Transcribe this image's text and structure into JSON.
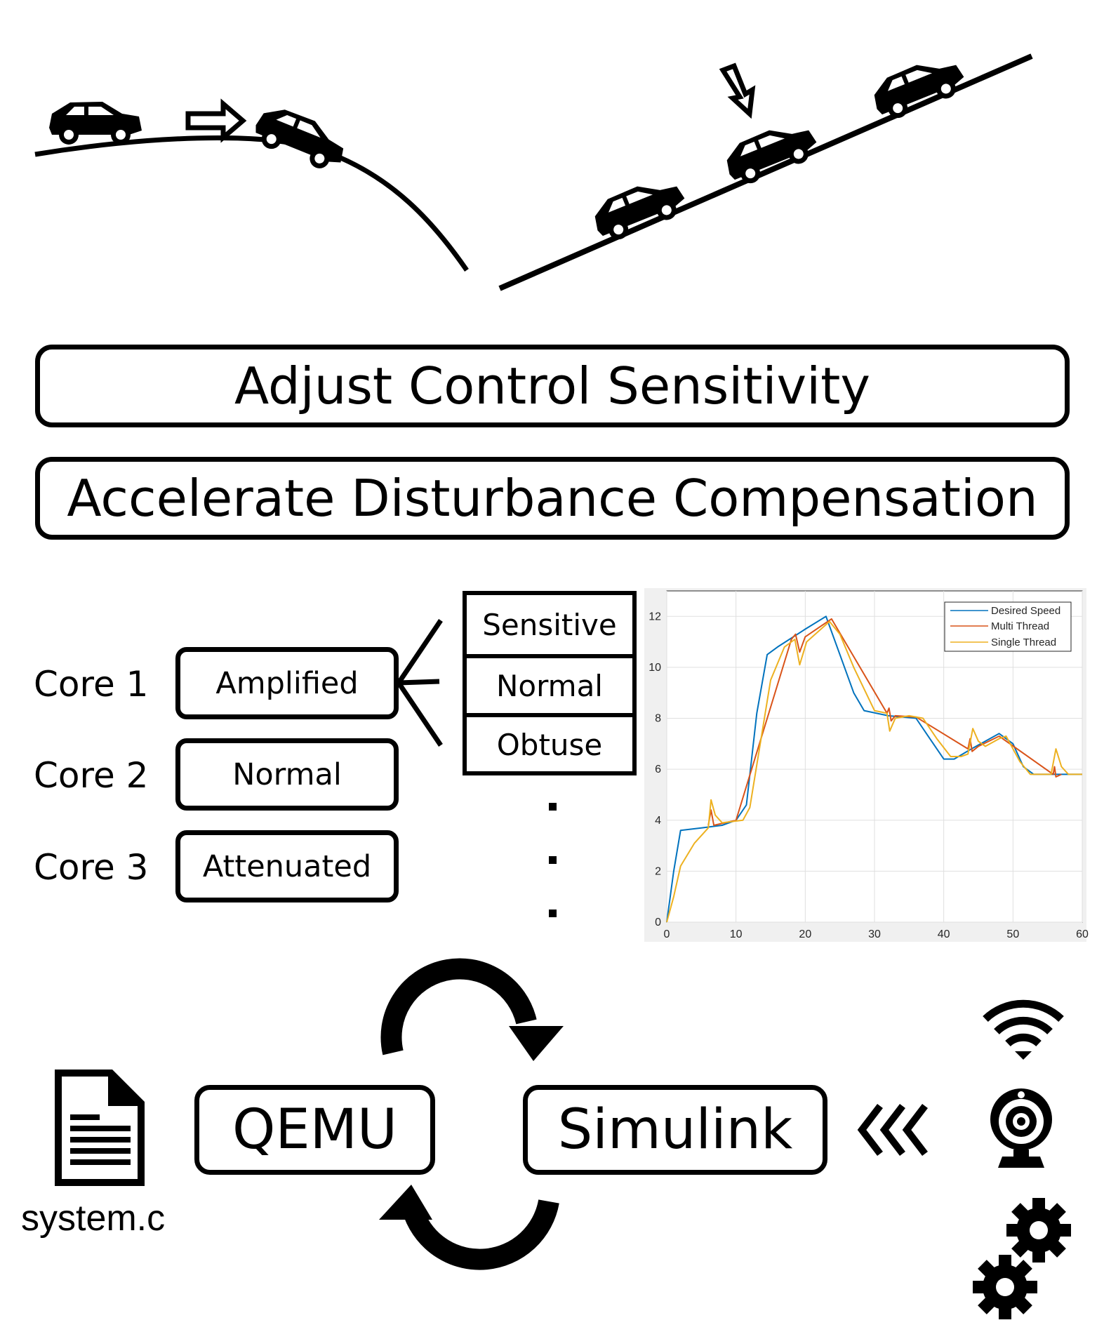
{
  "scene": {
    "arrow_icon": "right-arrow-icon",
    "down_arrow_icon": "down-arrow-icon",
    "car_icon": "car-icon"
  },
  "banners": {
    "top": "Adjust Control Sensitivity",
    "bottom": "Accelerate Disturbance Compensation"
  },
  "cores": [
    {
      "label": "Core 1",
      "mode": "Amplified"
    },
    {
      "label": "Core 2",
      "mode": "Normal"
    },
    {
      "label": "Core 3",
      "mode": "Attenuated"
    }
  ],
  "sensitivity_options": [
    "Sensitive",
    "Normal",
    "Obtuse"
  ],
  "chart_data": {
    "type": "line",
    "xlim": [
      0,
      60
    ],
    "ylim": [
      0,
      13
    ],
    "x_ticks": [
      "0",
      "10",
      "20",
      "30",
      "40",
      "50",
      "60"
    ],
    "y_ticks": [
      "0",
      "2",
      "4",
      "6",
      "8",
      "10",
      "12"
    ],
    "grid": true,
    "legend_position": "top-right",
    "series": [
      {
        "name": "Desired Speed",
        "color": "#0072BD",
        "points": [
          [
            0,
            0
          ],
          [
            1,
            2
          ],
          [
            2,
            3.6
          ],
          [
            5,
            3.7
          ],
          [
            8,
            3.8
          ],
          [
            10,
            4
          ],
          [
            11.5,
            4.6
          ],
          [
            13,
            8.2
          ],
          [
            14.5,
            10.5
          ],
          [
            16,
            10.8
          ],
          [
            20,
            11.5
          ],
          [
            23,
            12
          ],
          [
            25,
            10.5
          ],
          [
            27,
            9
          ],
          [
            28.5,
            8.3
          ],
          [
            32,
            8.1
          ],
          [
            36,
            8
          ],
          [
            38,
            7.2
          ],
          [
            40,
            6.4
          ],
          [
            41.5,
            6.4
          ],
          [
            44,
            6.8
          ],
          [
            48,
            7.4
          ],
          [
            50,
            7
          ],
          [
            51.5,
            6.1
          ],
          [
            53,
            5.8
          ],
          [
            57,
            5.8
          ],
          [
            60,
            5.8
          ]
        ]
      },
      {
        "name": "Multi Thread",
        "color": "#D95319",
        "points": [
          [
            6,
            3.8
          ],
          [
            6.4,
            4.4
          ],
          [
            6.8,
            3.8
          ],
          [
            10,
            4
          ],
          [
            18,
            11.1
          ],
          [
            18.6,
            11.3
          ],
          [
            19.2,
            10.6
          ],
          [
            20,
            11.2
          ],
          [
            23.8,
            11.9
          ],
          [
            31.8,
            8.2
          ],
          [
            32.1,
            8.4
          ],
          [
            32.4,
            7.9
          ],
          [
            33,
            8.1
          ],
          [
            36,
            8.05
          ],
          [
            43.5,
            6.8
          ],
          [
            43.8,
            7.2
          ],
          [
            44.1,
            6.7
          ],
          [
            45,
            6.9
          ],
          [
            48,
            7.3
          ],
          [
            55.8,
            5.8
          ],
          [
            56,
            6.1
          ],
          [
            56.2,
            5.7
          ],
          [
            57,
            5.8
          ]
        ]
      },
      {
        "name": "Single Thread",
        "color": "#EDB120",
        "points": [
          [
            0,
            0
          ],
          [
            1,
            1
          ],
          [
            2,
            2.2
          ],
          [
            4,
            3.1
          ],
          [
            6,
            3.7
          ],
          [
            6.4,
            4.8
          ],
          [
            7,
            4.2
          ],
          [
            8,
            3.9
          ],
          [
            11,
            4
          ],
          [
            12,
            4.5
          ],
          [
            13.5,
            7
          ],
          [
            15,
            9.5
          ],
          [
            17,
            10.8
          ],
          [
            18.5,
            11.1
          ],
          [
            19.2,
            10.1
          ],
          [
            20.2,
            11
          ],
          [
            23.5,
            11.8
          ],
          [
            25,
            11.3
          ],
          [
            27,
            10
          ],
          [
            30,
            8.3
          ],
          [
            31.8,
            8.2
          ],
          [
            32.2,
            7.5
          ],
          [
            33,
            8
          ],
          [
            35,
            8.1
          ],
          [
            37,
            8
          ],
          [
            39,
            7.2
          ],
          [
            41,
            6.5
          ],
          [
            42.5,
            6.5
          ],
          [
            43.5,
            6.6
          ],
          [
            44.2,
            7.6
          ],
          [
            45,
            7.1
          ],
          [
            46,
            6.9
          ],
          [
            48,
            7.2
          ],
          [
            49,
            7.3
          ],
          [
            51,
            6.3
          ],
          [
            52.5,
            5.8
          ],
          [
            55.5,
            5.8
          ],
          [
            56.2,
            6.8
          ],
          [
            57,
            6.1
          ],
          [
            58,
            5.8
          ],
          [
            60,
            5.8
          ]
        ]
      }
    ]
  },
  "bottom": {
    "file_label": "system.c",
    "qemu_label": "QEMU",
    "simulink_label": "Simulink",
    "input_arrow_icon": "triple-chevron-left-icon",
    "icons": [
      "wifi-icon",
      "webcam-icon",
      "gears-icon"
    ]
  }
}
